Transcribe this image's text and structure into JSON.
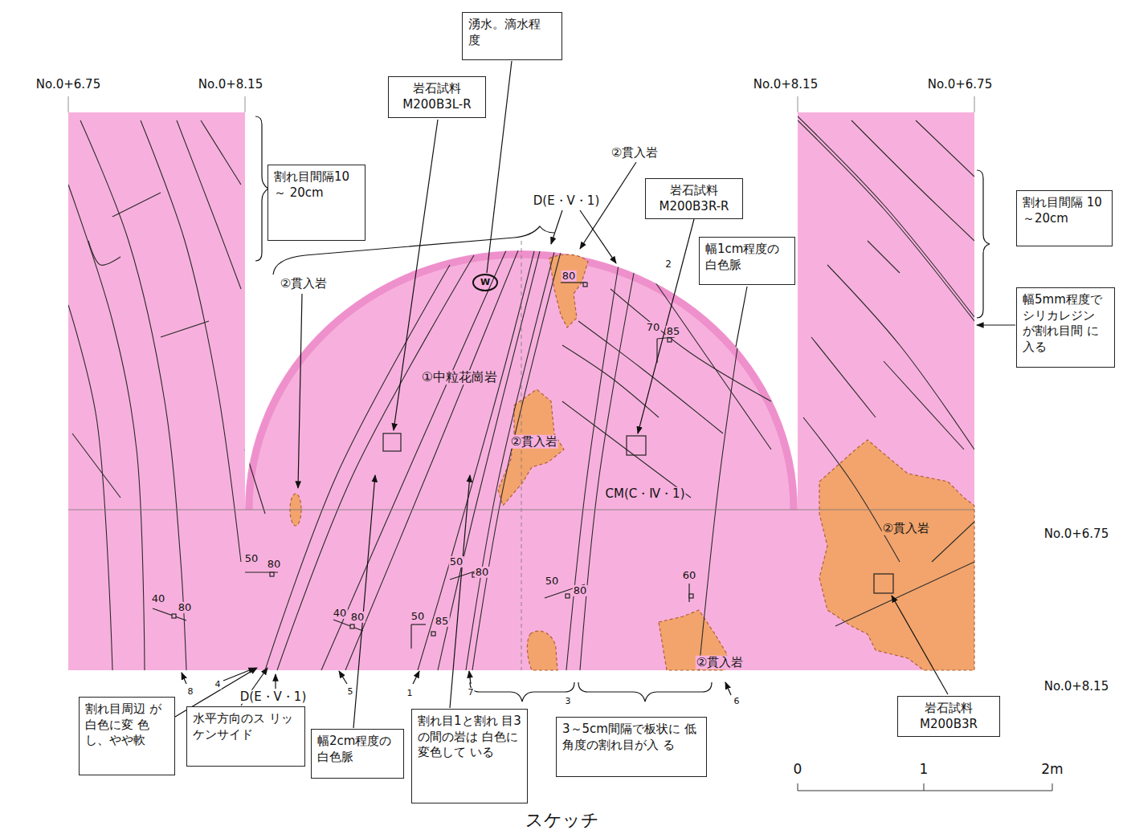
{
  "diagram": {
    "caption": "スケッチ",
    "nodes": [
      {
        "text": [
          "湧水。滴水程 度"
        ]
      },
      {
        "text": [
          "岩石試料 M200B3L-R"
        ]
      },
      {
        "text": [
          "岩石試料 M200B3R-R"
        ]
      },
      {
        "text": [
          "幅1cm程度の 白色脈"
        ]
      },
      {
        "text": [
          "割れ目間隔10～ 20cm"
        ]
      },
      {
        "text": [
          "割れ目間隔 10～20cm"
        ]
      },
      {
        "text": [
          "幅5mm程度で シリカレジン が割れ目間 に入る"
        ]
      },
      {
        "text": [
          "割れ目周辺 が白色に変 色し、やや軟"
        ]
      },
      {
        "text": [
          "水平方向のス リッケンサイド"
        ]
      },
      {
        "text": [
          "幅2cm程度の 白色脈"
        ]
      },
      {
        "text": [
          "割れ目1と割れ 目3の間の岩は 白色に変色して いる"
        ]
      },
      {
        "text": [
          "3～5cm間隔で板状に 低角度の割れ目が入 る"
        ]
      },
      {
        "text": [
          "岩石試料 M200B3R"
        ]
      }
    ],
    "labels": [
      "No.0+6.75",
      "No.0+8.15",
      "No.0+8.15",
      "No.0+6.75",
      "②貫入岩",
      "D(E・V・1)",
      "②貫入岩",
      "W",
      "80",
      "2",
      "70",
      "85",
      "①中粒花崗岩",
      "②貫入岩",
      "CM(C・Ⅳ・1)",
      "②貫入岩",
      "No.0+6.75",
      "50",
      "80",
      "50",
      "80",
      "60",
      "50",
      "80",
      "40",
      "80",
      "40",
      "80",
      "50",
      "85",
      "②貫入岩",
      "No.0+8.15",
      "4",
      "8",
      "5",
      "1",
      "7",
      "D(E・V・1)",
      "3",
      "6",
      "0",
      "1",
      "2m"
    ]
  }
}
